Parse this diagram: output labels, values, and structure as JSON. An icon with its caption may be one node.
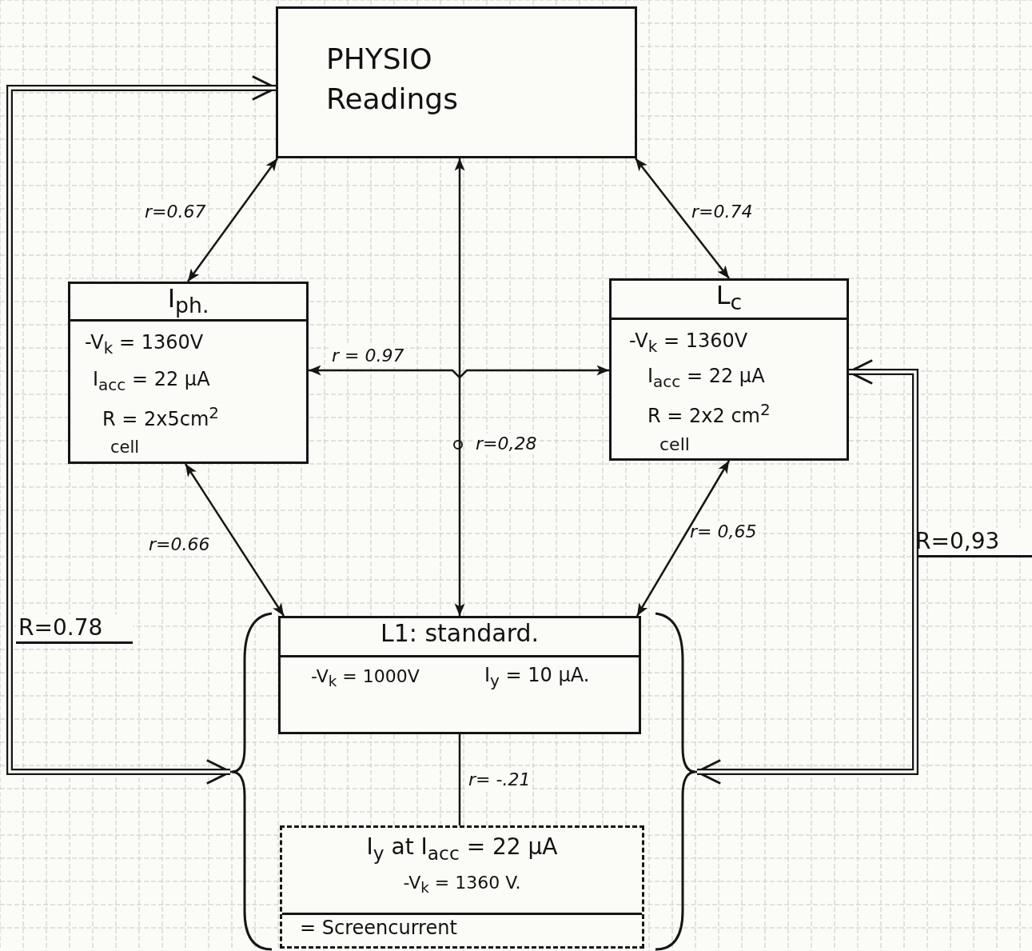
{
  "diagram": {
    "nodes": [
      {
        "text": [
          "PHYSIO Readings"
        ]
      },
      {
        "text": [
          "I$_{ph.}$",
          "-V$_{k}$ = 1360V",
          "I$_{acc}$ = 22 µA",
          "R = 2x5cm$^{2}$",
          "cell"
        ]
      },
      {
        "text": [
          "L$_{c}$",
          "-V$_{k}$ = 1360V",
          "I$_{acc}$ = 22 µA",
          "R = 2x2 cm$^{2}$",
          "cell"
        ]
      },
      {
        "text": [],
        "shape": "brace"
      },
      {
        "text": [
          "L1: standard.",
          "-V$_{k}$ = 1000V",
          "I$_{y}$ = 10 µA."
        ],
        "in": 3
      },
      {
        "text": [
          "I$_{y}$ at I$_{acc}$ = 22 µA",
          "-V$_{k}$ = 1360 V.",
          "= Screencurrent"
        ],
        "in": 3
      }
    ],
    "edges": [
      {
        "from": 1,
        "to": 0,
        "arrow": "both",
        "label": "r=0.67"
      },
      {
        "from": 2,
        "to": 0,
        "arrow": "both",
        "label": "r=0.74"
      },
      {
        "from": 1,
        "to": 2,
        "arrow": "both",
        "label": "r = 0.97"
      },
      {
        "from": 4,
        "to": 0,
        "arrow": "both",
        "label": "r=0,28"
      },
      {
        "from": 1,
        "to": 4,
        "arrow": "both",
        "label": "r=0.66"
      },
      {
        "from": 2,
        "to": 4,
        "arrow": "both",
        "label": "r= 0,65"
      },
      {
        "from": 4,
        "to": 5,
        "arrow": "none",
        "label": "r= -.21"
      },
      {
        "from": 0,
        "to": 3,
        "arrow": "both",
        "label": "R=0.78",
        "style": "thick"
      },
      {
        "from": 2,
        "to": 3,
        "arrow": "both",
        "label": "R=0,93",
        "style": "thick"
      }
    ]
  }
}
